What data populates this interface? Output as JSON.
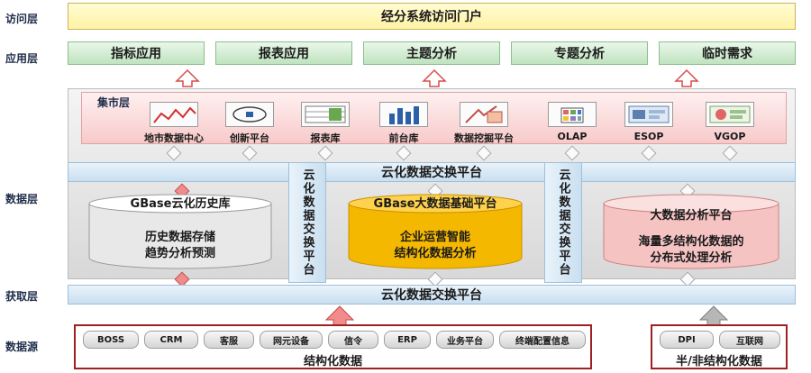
{
  "layers": {
    "access": "访问层",
    "application": "应用层",
    "data": "数据层",
    "acquisition": "获取层",
    "source": "数据源"
  },
  "portal": {
    "title": "经分系统访问门户"
  },
  "apps": [
    "指标应用",
    "报表应用",
    "主题分析",
    "专题分析",
    "临时需求"
  ],
  "mart": {
    "label": "集市层",
    "items": [
      "地市数据中心",
      "创新平台",
      "报表库",
      "前台库",
      "数据挖掘平台",
      "OLAP",
      "ESOP",
      "VGOP"
    ]
  },
  "exchange": {
    "top": "云化数据交换平台",
    "bottom": "云化数据交换平台",
    "vertical": "云化数据交换平台"
  },
  "platforms": {
    "gbase_history": {
      "title": "GBase云化历史库",
      "line1": "历史数据存储",
      "line2": "趋势分析预测"
    },
    "gbase_bigdata": {
      "title": "GBase大数据基础平台",
      "line1": "企业运营智能",
      "line2": "结构化数据分析"
    },
    "bigdata_analysis": {
      "title": "大数据分析平台",
      "line1": "海量多结构化数据的",
      "line2": "分布式处理分析"
    }
  },
  "sources": {
    "structured": {
      "items": [
        "BOSS",
        "CRM",
        "客服",
        "网元设备",
        "信令",
        "ERP",
        "业务平台",
        "终端配置信息"
      ],
      "caption": "结构化数据"
    },
    "semi": {
      "items": [
        "DPI",
        "互联网"
      ],
      "caption": "半/非结构化数据"
    }
  },
  "colors": {
    "portal": "#fff3a6",
    "apps": "#bfe3bf",
    "mart": "#f7caca",
    "exchange": "#c9dff0",
    "gbase_bigdata": "#f5b800",
    "bigdata_analysis": "#f6c3c3",
    "source_border": "#9e2020"
  }
}
